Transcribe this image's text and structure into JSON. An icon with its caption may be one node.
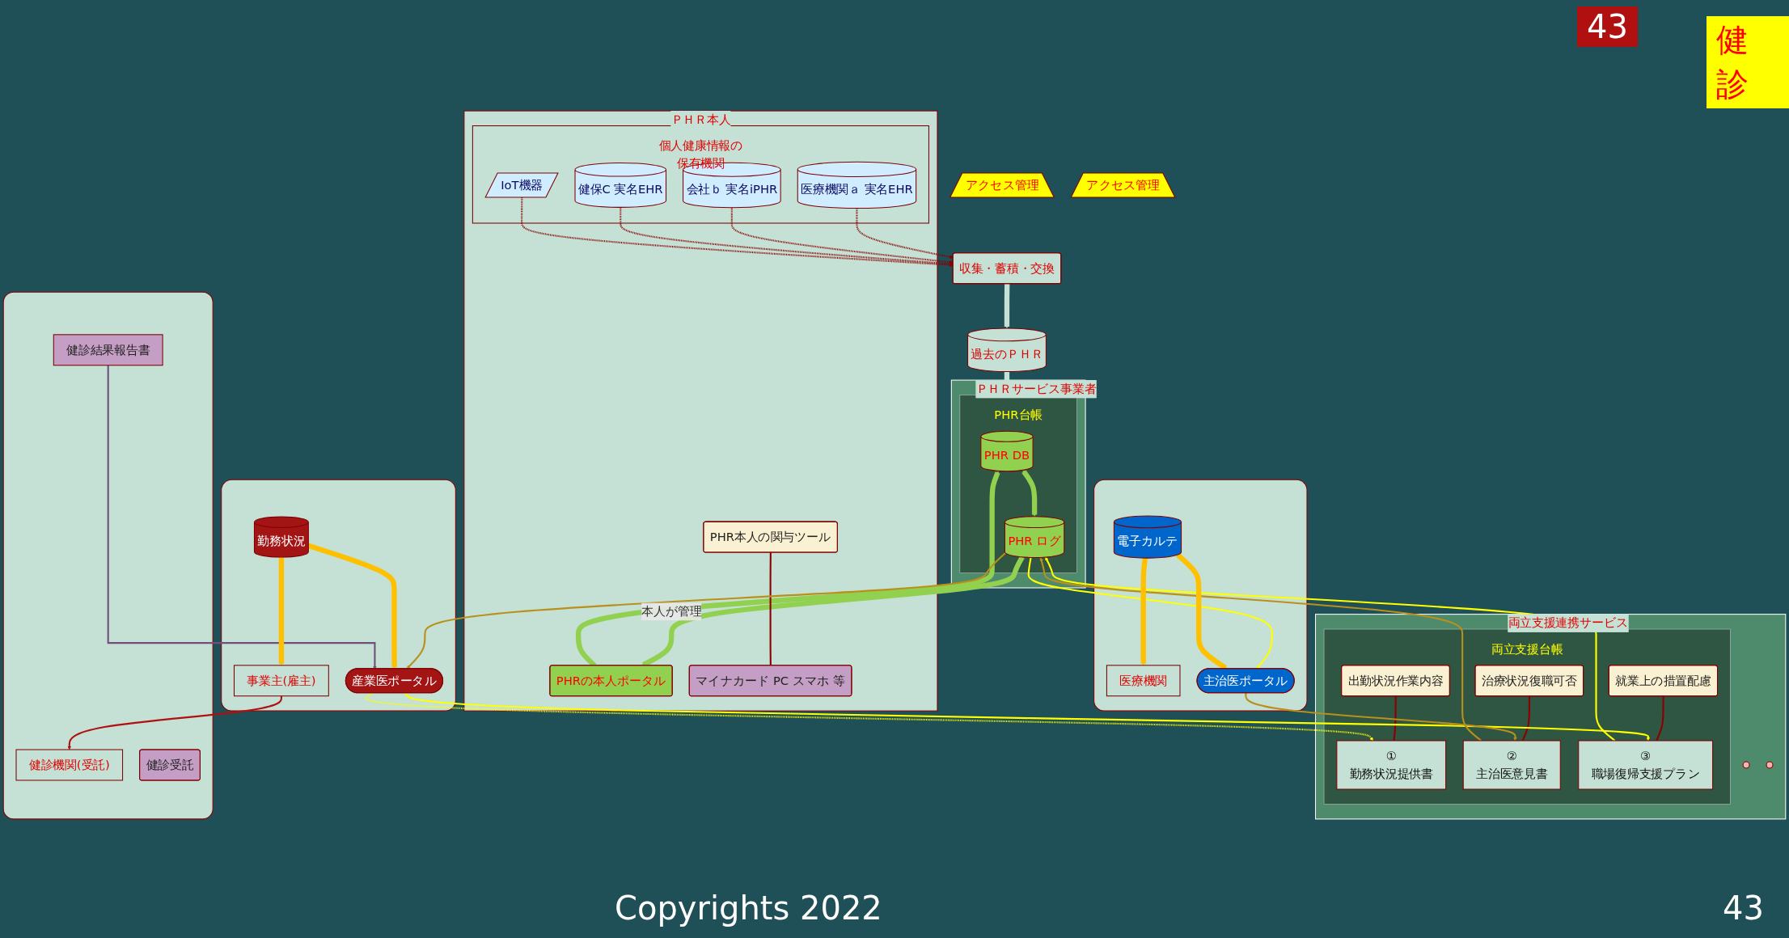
{
  "diagram": {
    "nodes": [
      {
        "text": [
          "ＰＨＲ本人"
        ]
      },
      {
        "text": [
          "個人健康情報の保有機関"
        ],
        "in": 0
      },
      {
        "text": [
          "医療機関ａ 実名EHR"
        ],
        "in": 1
      },
      {
        "text": [
          "会社ｂ 実名iPHR"
        ],
        "in": 1
      },
      {
        "text": [
          "健保C 実名EHR"
        ],
        "in": 1
      },
      {
        "text": [
          "IoT機器"
        ],
        "in": 1
      },
      {
        "text": [
          "収集・蓄積・交換"
        ]
      },
      {
        "text": [
          "過去のＰＨＲ"
        ]
      },
      {
        "text": [
          "PHRの本人ポータル"
        ],
        "in": 0
      },
      {
        "text": [
          "マイナカード PC スマホ 等"
        ],
        "in": 0
      },
      {
        "text": [
          "PHR本人の関与ツール"
        ],
        "in": 0
      },
      {
        "text": [
          "ＰＨＲサービス事業者"
        ]
      },
      {
        "text": [
          "PHR台帳"
        ],
        "in": 11
      },
      {
        "text": [
          "PHR DB"
        ],
        "in": 12
      },
      {
        "text": [
          "PHR ログ"
        ],
        "in": 12
      },
      {
        "text": [
          "両立支援連携サービス"
        ]
      },
      {
        "text": [
          "両立支援台帳"
        ],
        "in": 15
      },
      {
        "text": [
          "①",
          "勤務状況提供書"
        ],
        "in": 16
      },
      {
        "text": [
          "出勤状況作業内容"
        ],
        "in": 16
      },
      {
        "text": [
          "②",
          "主治医意見書"
        ],
        "in": 16
      },
      {
        "text": [
          "治療状況復職可否"
        ],
        "in": 16
      },
      {
        "text": [
          "③",
          "職場復帰支援プラン"
        ],
        "in": 16
      },
      {
        "text": [
          "就業上の措置配慮"
        ],
        "in": 16
      },
      {
        "text": [],
        "shape": "ellipse",
        "in": 15
      },
      {
        "text": [],
        "shape": "ellipse",
        "in": 15
      },
      {
        "text": [],
        "shape": "box"
      },
      {
        "text": [
          "健診機関(受託)"
        ],
        "in": 25
      },
      {
        "text": [
          "健診受託"
        ],
        "in": 25
      },
      {
        "text": [
          "健診結果報告書"
        ],
        "in": 25
      },
      {
        "text": [],
        "shape": "box"
      },
      {
        "text": [
          "事業主(雇主)"
        ],
        "in": 29
      },
      {
        "text": [
          "勤務状況"
        ],
        "in": 29
      },
      {
        "text": [
          "産業医ポータル"
        ],
        "in": 29
      },
      {
        "text": [],
        "shape": "box"
      },
      {
        "text": [
          "医療機関"
        ],
        "in": 33
      },
      {
        "text": [
          "電子カルテ"
        ],
        "in": 33
      },
      {
        "text": [
          "主治医ポータル"
        ],
        "in": 33
      },
      {
        "text": [
          "アクセス管理"
        ]
      },
      {
        "text": [
          "アクセス管理"
        ]
      }
    ],
    "edges": [
      {
        "from": 2,
        "to": 6,
        "arrow": "to",
        "style": "dashed"
      },
      {
        "from": 3,
        "to": 6,
        "arrow": "to",
        "style": "dashed"
      },
      {
        "from": 4,
        "to": 6,
        "arrow": "to",
        "style": "dashed"
      },
      {
        "from": 5,
        "to": 6,
        "arrow": "to",
        "style": "dashed"
      },
      {
        "from": 6,
        "to": 7,
        "arrow": "to",
        "style": "thick",
        "color": "#c5e0d4"
      },
      {
        "from": 7,
        "to": 12,
        "arrow": "to",
        "style": "thick",
        "color": "#c5e0d4"
      },
      {
        "from": 8,
        "to": 13,
        "arrow": "to",
        "style": "thick",
        "color": "#92d050"
      },
      {
        "from": 13,
        "to": 14,
        "arrow": "both",
        "style": "thick",
        "color": "#92d050"
      },
      {
        "from": 14,
        "to": 8,
        "label": "本人が管理",
        "arrow": "to",
        "style": "thick",
        "color": "#92d050"
      },
      {
        "from": 10,
        "to": 9,
        "arrow": "none"
      },
      {
        "from": 18,
        "to": 17,
        "arrow": "none"
      },
      {
        "from": 20,
        "to": 19,
        "arrow": "none"
      },
      {
        "from": 22,
        "to": 21,
        "arrow": "none"
      },
      {
        "from": 32,
        "to": 17,
        "arrow": "to",
        "style": "dashed",
        "color": "#ffff00"
      },
      {
        "from": 32,
        "to": 21,
        "arrow": "to",
        "color": "#ffff00"
      },
      {
        "from": 21,
        "to": 14,
        "arrow": "to",
        "color": "#ffff00"
      },
      {
        "from": 36,
        "to": 19,
        "arrow": "to",
        "color": "#b8901a"
      },
      {
        "from": 19,
        "to": 14,
        "arrow": "to",
        "color": "#b8901a"
      },
      {
        "from": 14,
        "to": 36,
        "arrow": "to",
        "color": "#ffff00"
      },
      {
        "from": 14,
        "to": 32,
        "arrow": "to",
        "color": "#b8901a"
      },
      {
        "from": 30,
        "to": 26,
        "arrow": "to",
        "color": "#b01010"
      },
      {
        "from": 28,
        "to": 32,
        "arrow": "to",
        "color": "#70507a"
      },
      {
        "from": 31,
        "to": 30,
        "arrow": "to",
        "style": "thick",
        "color": "#ffc000"
      },
      {
        "from": 31,
        "to": 32,
        "arrow": "to",
        "style": "thick",
        "color": "#ffc000"
      },
      {
        "from": 35,
        "to": 34,
        "arrow": "to",
        "style": "thick",
        "color": "#ffc000"
      },
      {
        "from": 35,
        "to": 36,
        "arrow": "to",
        "style": "thick",
        "color": "#ffc000"
      }
    ],
    "labels": [
      "43",
      "健診",
      "Copyrights 2022",
      "43"
    ]
  }
}
